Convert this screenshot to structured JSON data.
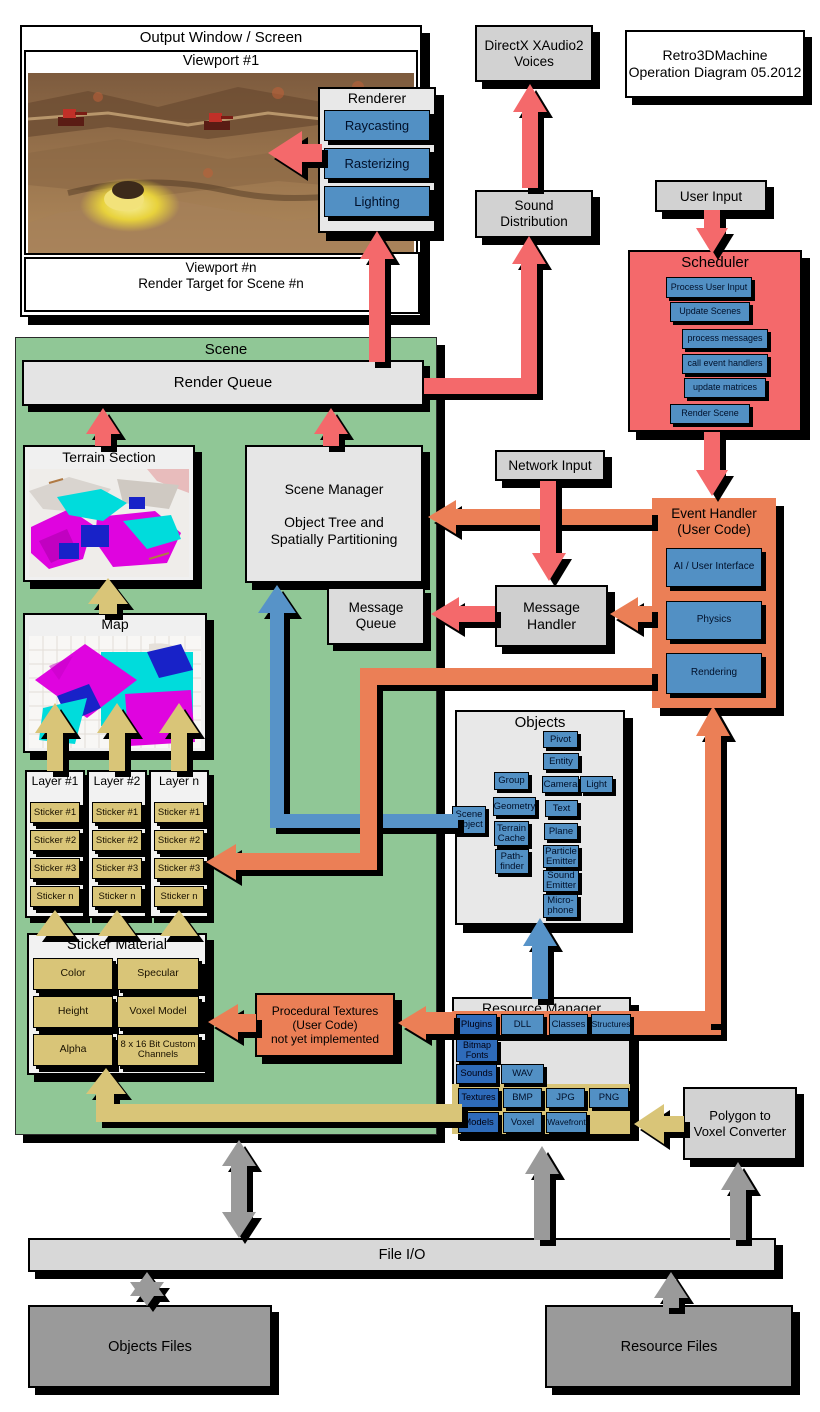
{
  "diagram": {
    "title": "Retro3DMachine\nOperation Diagram 05.2012"
  },
  "output_window": {
    "header": "Output Window / Screen",
    "viewport1": "Viewport #1",
    "viewport_n": "Viewport #n\nRender Target for Scene #n"
  },
  "renderer": {
    "title": "Renderer",
    "items": [
      "Raycasting",
      "Rasterizing",
      "Lighting"
    ]
  },
  "audio": {
    "directx_voices": "DirectX XAudio2\nVoices",
    "sound_distribution": "Sound\nDistribution"
  },
  "inputs": {
    "user_input": "User Input",
    "network_input": "Network Input"
  },
  "scheduler": {
    "title": "Scheduler",
    "items": [
      "Process User Input",
      "Update Scenes",
      "process messages",
      "call event handlers",
      "update matrices",
      "Render Scene"
    ]
  },
  "event_handler": {
    "title": "Event Handler\n(User Code)",
    "items": [
      "AI / User Interface",
      "Physics",
      "Rendering"
    ]
  },
  "message_handler": {
    "label": "Message\nHandler"
  },
  "scene": {
    "title": "Scene",
    "render_queue": "Render Queue",
    "terrain_section": "Terrain Section",
    "scene_manager": "Scene Manager\n\nObject Tree and\nSpatially Partitioning",
    "message_queue": "Message\nQueue",
    "map": "Map",
    "layers": [
      {
        "title": "Layer #1",
        "stickers": [
          "Sticker #1",
          "Sticker #2",
          "Sticker #3",
          "Sticker n"
        ]
      },
      {
        "title": "Layer #2",
        "stickers": [
          "Sticker #1",
          "Sticker #2",
          "Sticker #3",
          "Sticker n"
        ]
      },
      {
        "title": "Layer n",
        "stickers": [
          "Sticker #1",
          "Sticker #2",
          "Sticker #3",
          "Sticker n"
        ]
      }
    ],
    "sticker_material": {
      "title": "Sticker Material",
      "cells": [
        "Color",
        "Specular",
        "Height",
        "Voxel Model",
        "Alpha",
        "8 x 16 Bit Custom\nChannels"
      ]
    }
  },
  "objects": {
    "title": "Objects",
    "scene_object": "Scene\nObject",
    "group": "Group",
    "geometry": "Geometry",
    "terrain_cache": "Terrain\nCache",
    "pathfinder": "Path-\nfinder",
    "pivot": "Pivot",
    "entity": "Entity",
    "camera": "Camera",
    "light": "Light",
    "text": "Text",
    "plane": "Plane",
    "particle_emitter": "Particle\nEmitter",
    "sound_emitter": "Sound\nEmitter",
    "microphone": "Micro-\nphone"
  },
  "procedural_textures": {
    "label": "Procedural Textures\n(User Code)\nnot yet implemented"
  },
  "resource_manager": {
    "title": "Resource Manager",
    "plugins": "Plugins",
    "dll": "DLL",
    "classes": "Classes",
    "structures": "Structures",
    "bitmap_fonts": "Bitmap\nFonts",
    "sounds": "Sounds",
    "wav": "WAV",
    "textures": "Textures",
    "bmp": "BMP",
    "jpg": "JPG",
    "png": "PNG",
    "models": "Models",
    "voxel": "Voxel",
    "wavefront": "Wavefront"
  },
  "io": {
    "polygon_voxel_converter": "Polygon to\nVoxel Converter",
    "file_io": "File I/O",
    "objects_files": "Objects Files",
    "resource_files": "Resource Files"
  },
  "colors": {
    "scene_green": "#90C796",
    "arrow_red": "#F4696B",
    "accent_orange": "#EB7F56",
    "button_blue": "#5290C4",
    "button_dark_blue": "#2E6BBA",
    "tan": "#D9C578",
    "box_gray": "#D2D2D2",
    "files_gray": "#9A9A9A",
    "shadow": "#000000",
    "map_magenta": "#DF04DF",
    "map_cyan": "#00DCDC",
    "map_blue": "#1822C8"
  }
}
